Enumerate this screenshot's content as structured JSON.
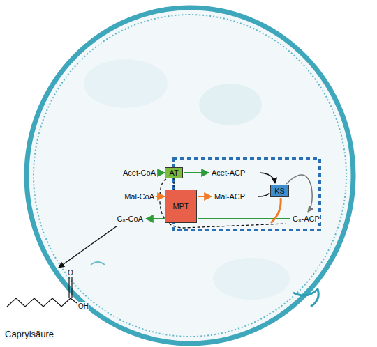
{
  "diagram": {
    "nodes": [
      {
        "text": [
          "AT"
        ]
      },
      {
        "text": [
          "MPT"
        ]
      },
      {
        "text": [
          "KS"
        ]
      }
    ],
    "edges": [
      {
        "from": 0,
        "to": 1,
        "arrow": "none"
      }
    ],
    "labels": [
      "Acet-CoA",
      "Acet-ACP",
      "Mal-CoA",
      "Mal-ACP",
      "C₈-CoA",
      "C₈-ACP",
      "O",
      "OH",
      "Caprylsäure"
    ]
  }
}
